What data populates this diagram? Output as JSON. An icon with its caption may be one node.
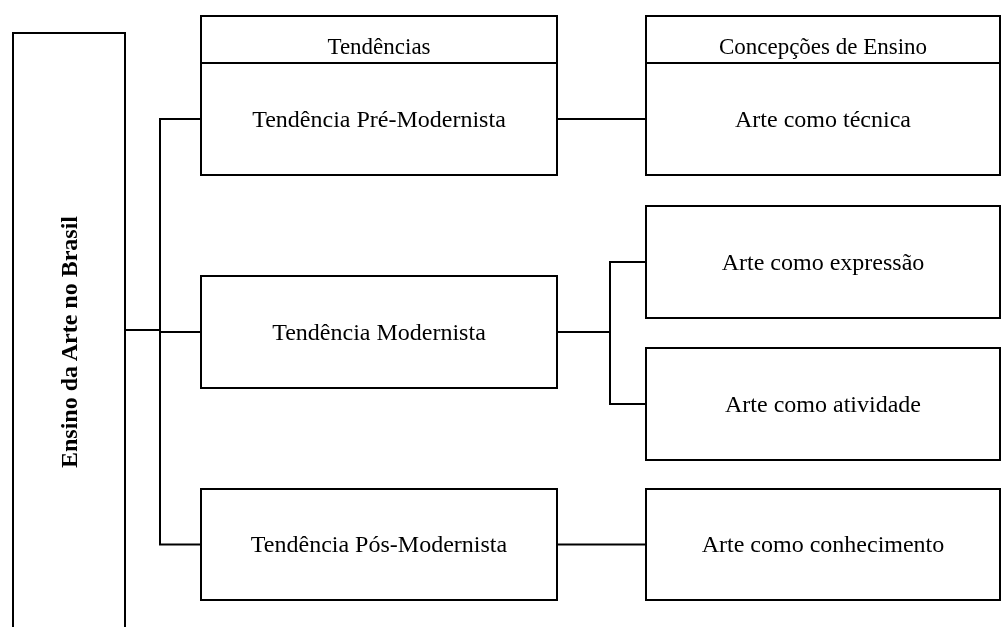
{
  "diagram": {
    "nodes": [
      {
        "text": [
          "Ensino da Arte no Brasil"
        ]
      },
      {
        "text": [
          "Tendências"
        ]
      },
      {
        "text": [
          "Concepções de Ensino"
        ]
      },
      {
        "text": [
          "Tendência Pré-Modernista"
        ]
      },
      {
        "text": [
          "Arte como técnica"
        ]
      },
      {
        "text": [
          "Arte como expressão"
        ]
      },
      {
        "text": [
          "Tendência Modernista"
        ]
      },
      {
        "text": [
          "Arte como atividade"
        ]
      },
      {
        "text": [
          "Tendência Pós-Modernista"
        ]
      },
      {
        "text": [
          "Arte como conhecimento"
        ]
      }
    ],
    "edges": [
      {
        "from": 0,
        "to": 3,
        "arrow": "none"
      },
      {
        "from": 0,
        "to": 6,
        "arrow": "none"
      },
      {
        "from": 0,
        "to": 8,
        "arrow": "none"
      },
      {
        "from": 3,
        "to": 4,
        "arrow": "none"
      },
      {
        "from": 6,
        "to": 5,
        "arrow": "none"
      },
      {
        "from": 6,
        "to": 7,
        "arrow": "none"
      },
      {
        "from": 8,
        "to": 9,
        "arrow": "none"
      }
    ]
  }
}
